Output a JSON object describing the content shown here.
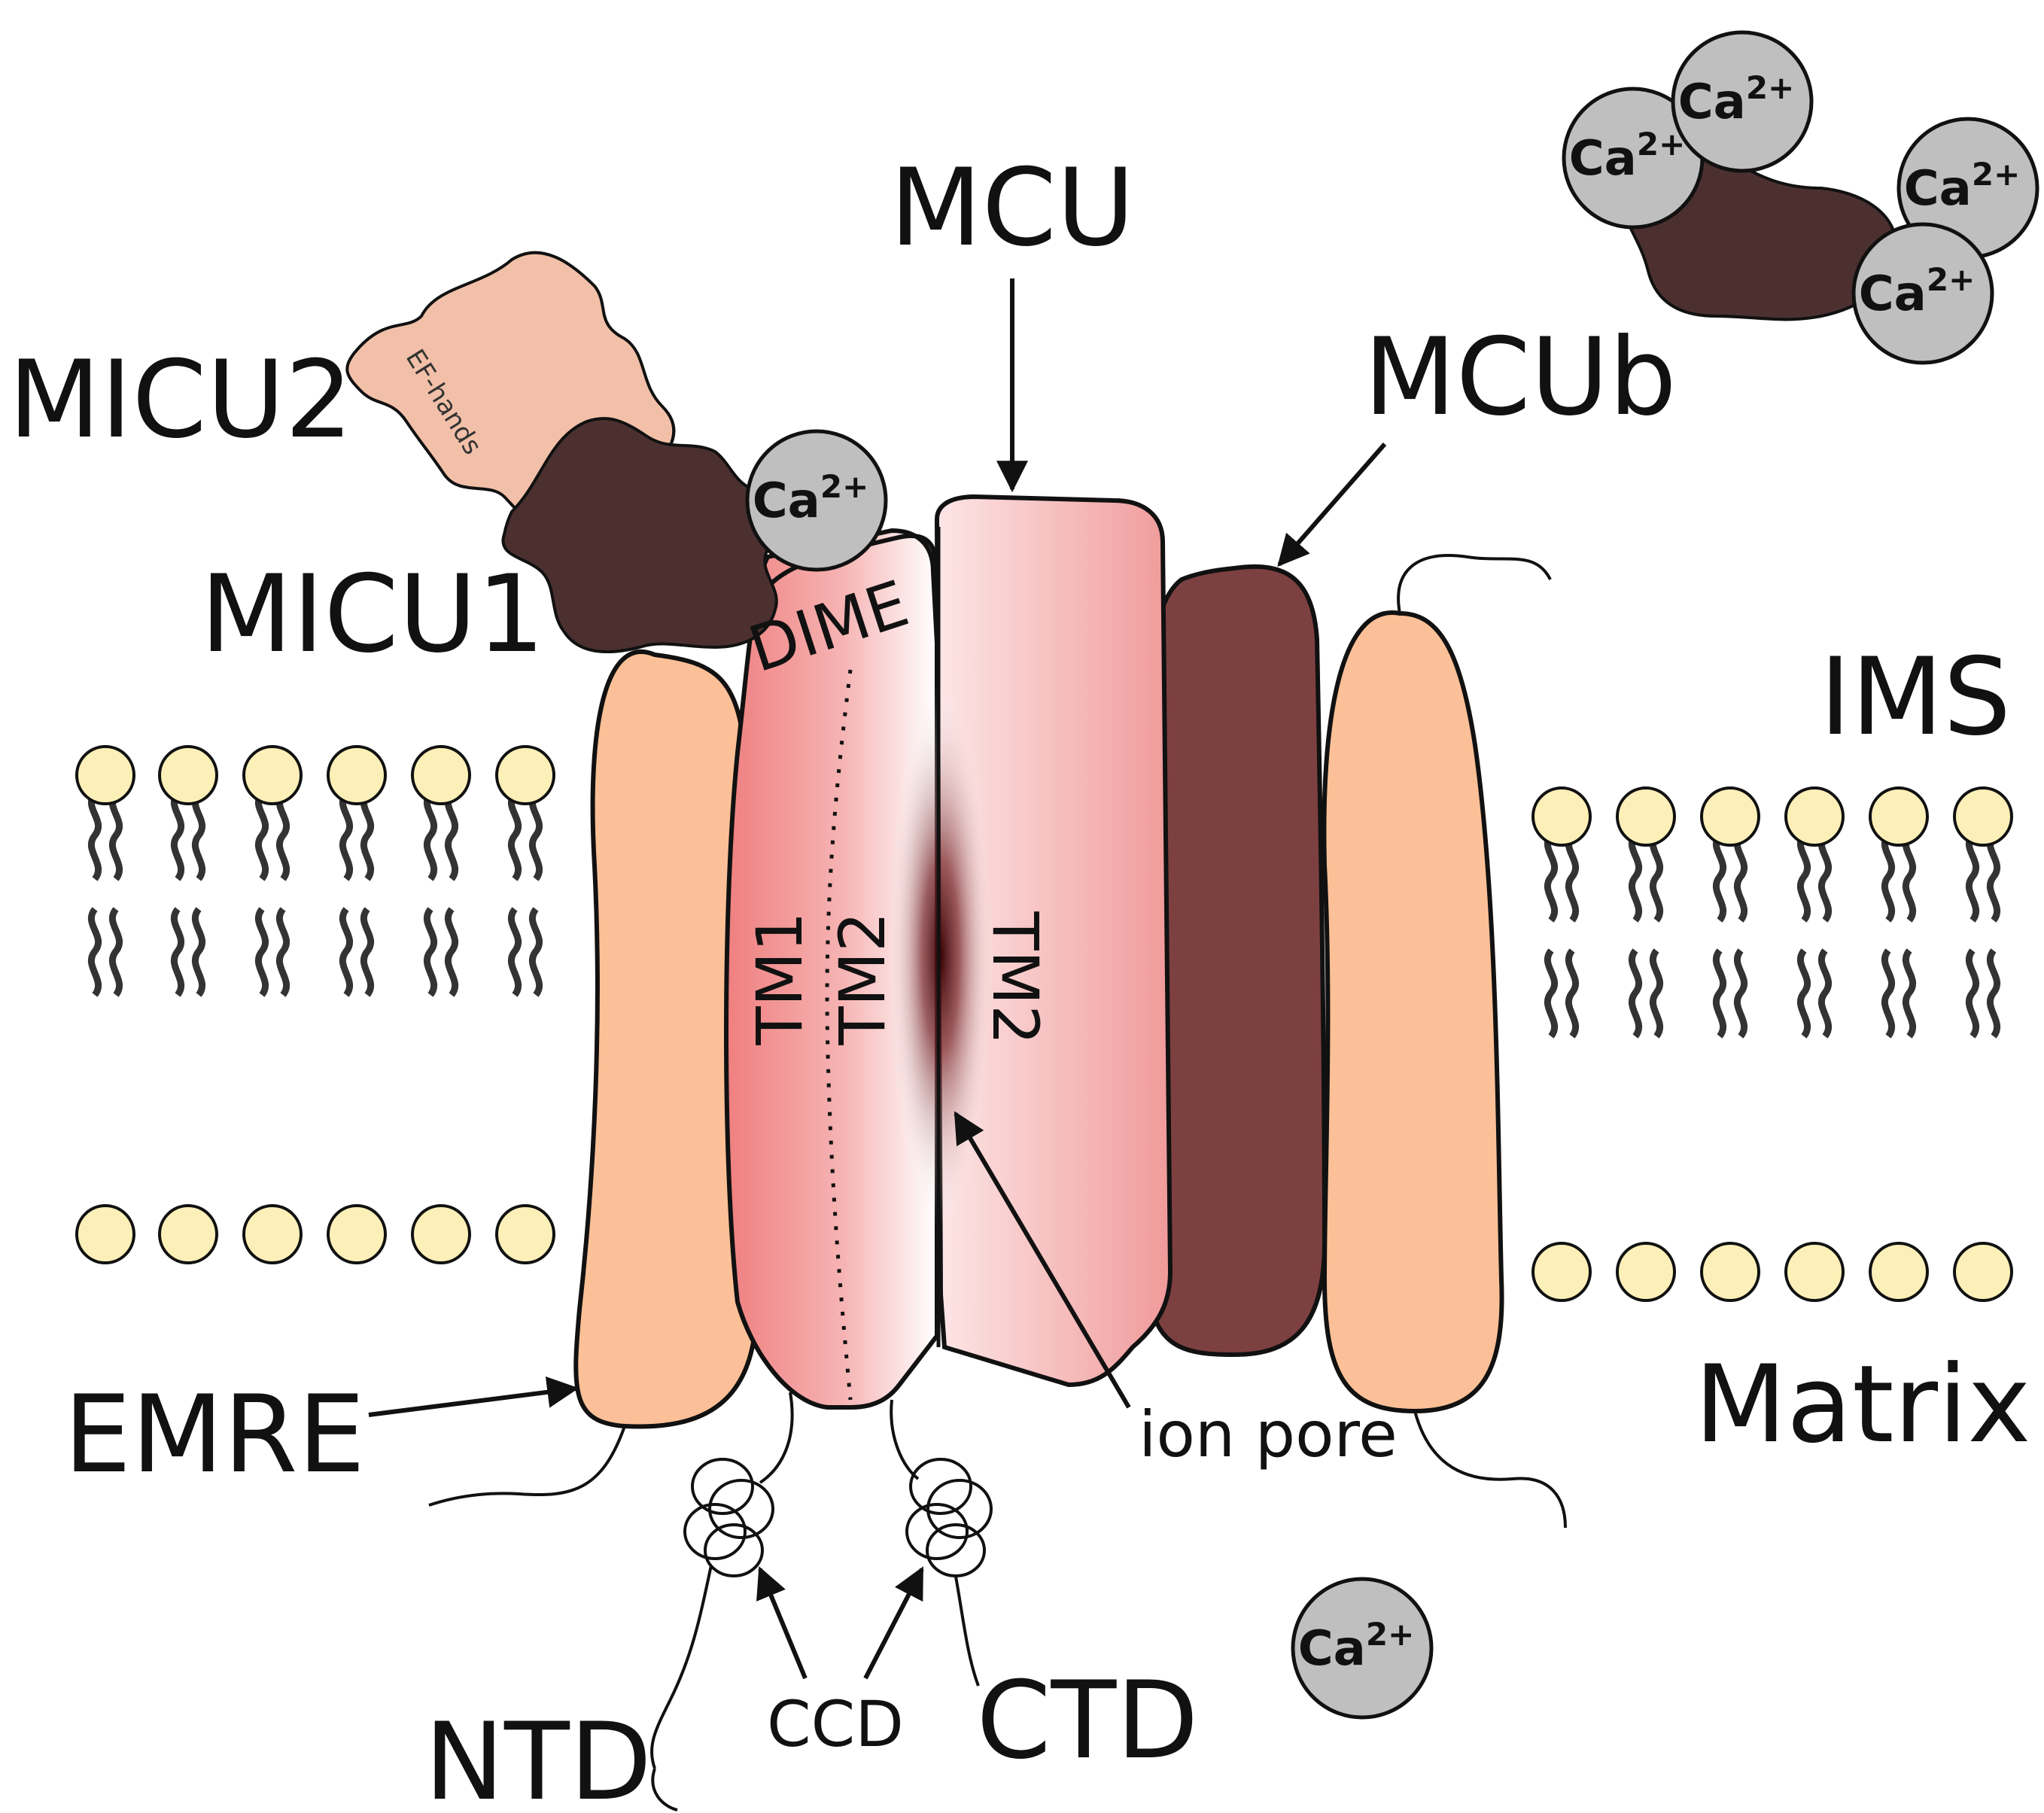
{
  "labels": {
    "mcu": "MCU",
    "mcub": "MCUb",
    "micu2": "MICU2",
    "micu1": "MICU1",
    "ef_hands": "EF-hands",
    "dime": "DIME",
    "ims": "IMS",
    "matrix": "Matrix",
    "emre": "EMRE",
    "ntd": "NTD",
    "ccd": "CCD",
    "ctd": "CTD",
    "ion_pore": "ion pore",
    "tm1": "TM1",
    "tm2_left": "TM2",
    "tm2_right": "TM2",
    "ca_base": "Ca",
    "ca_charge": "2+"
  },
  "colors": {
    "emre": "#fbc097",
    "mcu_red": "#ef8585",
    "mcu_light": "#fde2e2",
    "mcub": "#7d4040",
    "micu1": "#4c3030",
    "micu2": "#f2c0a8",
    "ion": "#bfbfbf",
    "lipid_head": "#fcf0b8",
    "outline": "#111111"
  }
}
